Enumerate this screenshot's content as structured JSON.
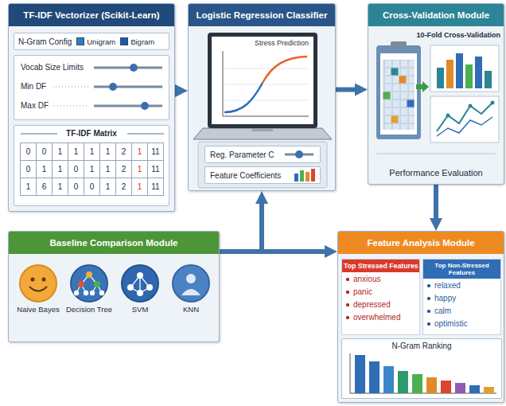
{
  "diagram": {
    "nodes": [
      {
        "text": [
          "TF-IDF Vectorizer (Scikit-Learn)"
        ]
      },
      {
        "text": [
          "N-Gram Config"
        ],
        "in": 0
      },
      {
        "text": [
          "Vocab Size Limits",
          "Min DF",
          "Max DF"
        ],
        "in": 0
      },
      {
        "text": [
          "TF-IDF Matrix"
        ],
        "in": 0
      },
      {
        "text": [
          "Logistic Regression Classifier"
        ]
      },
      {
        "text": [
          "Stress Prediction"
        ],
        "in": 4
      },
      {
        "text": [
          "Reg. Parameter C"
        ],
        "in": 4
      },
      {
        "text": [
          "Feature Coefficients"
        ],
        "in": 4
      },
      {
        "text": [
          "Cross-Validation Module",
          "10-Fold Cross-Validation",
          "Performance Evaluation"
        ]
      },
      {
        "text": [
          "Baseline Comparison Module"
        ]
      },
      {
        "text": [
          "Naive Bayes"
        ],
        "in": 9
      },
      {
        "text": [
          "Decision Tree"
        ],
        "in": 9
      },
      {
        "text": [
          "SVM"
        ],
        "in": 9
      },
      {
        "text": [
          "KNN"
        ],
        "in": 9
      },
      {
        "text": [
          "Feature Analysis Module"
        ]
      },
      {
        "text": [
          "Top Stressed Features",
          "anxious",
          "panic",
          "depressed",
          "overwhelmed"
        ],
        "in": 14
      },
      {
        "text": [
          "Top Non-Stressed Features",
          "relaxed",
          "happy",
          "calm",
          "optimistic"
        ],
        "in": 14
      },
      {
        "text": [
          "N-Gram Ranking"
        ],
        "in": 14
      }
    ],
    "edges": [
      {
        "from": 0,
        "to": 4,
        "arrow": "to"
      },
      {
        "from": 4,
        "to": 8,
        "arrow": "to"
      },
      {
        "from": 8,
        "to": 14,
        "arrow": "to"
      },
      {
        "from": 9,
        "to": 4,
        "arrow": "to"
      },
      {
        "from": 9,
        "to": 14,
        "arrow": "to"
      }
    ],
    "labels": [
      "0",
      "0",
      "1",
      "1",
      "1",
      "1",
      "2",
      "1",
      "11",
      "0",
      "1",
      "1",
      "0",
      "1",
      "1",
      "2",
      "1",
      "11",
      "1",
      "6",
      "1",
      "0",
      "0",
      "1",
      "2",
      "1",
      "11"
    ],
    "legend": [
      {
        "text": "Unigram",
        "color": "#2f7fc1"
      },
      {
        "text": "Bigram",
        "color": "#1f5aa6"
      }
    ]
  }
}
